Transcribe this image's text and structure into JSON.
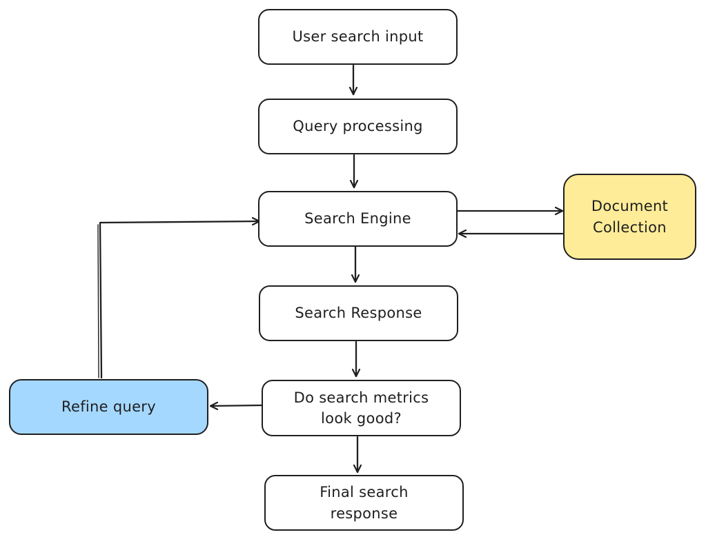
{
  "colors": {
    "stroke": "#1e1e1e",
    "document_collection_fill": "#ffec99",
    "refine_query_fill": "#a5d8ff",
    "default_fill": "#ffffff"
  },
  "nodes": {
    "user_search_input": {
      "label": "User search input"
    },
    "query_processing": {
      "label": "Query processing"
    },
    "search_engine": {
      "label": "Search Engine"
    },
    "document_collection": {
      "label": "Document\nCollection"
    },
    "search_response": {
      "label": "Search Response"
    },
    "metrics_check": {
      "label": "Do search metrics\nlook good?"
    },
    "refine_query": {
      "label": "Refine query"
    },
    "final_search_response": {
      "label": "Final search\nresponse"
    }
  },
  "edges": [
    {
      "from": "user_search_input",
      "to": "query_processing"
    },
    {
      "from": "query_processing",
      "to": "search_engine"
    },
    {
      "from": "search_engine",
      "to": "document_collection"
    },
    {
      "from": "document_collection",
      "to": "search_engine"
    },
    {
      "from": "search_engine",
      "to": "search_response"
    },
    {
      "from": "search_response",
      "to": "metrics_check"
    },
    {
      "from": "metrics_check",
      "to": "refine_query"
    },
    {
      "from": "refine_query",
      "to": "search_engine"
    },
    {
      "from": "metrics_check",
      "to": "final_search_response"
    }
  ]
}
